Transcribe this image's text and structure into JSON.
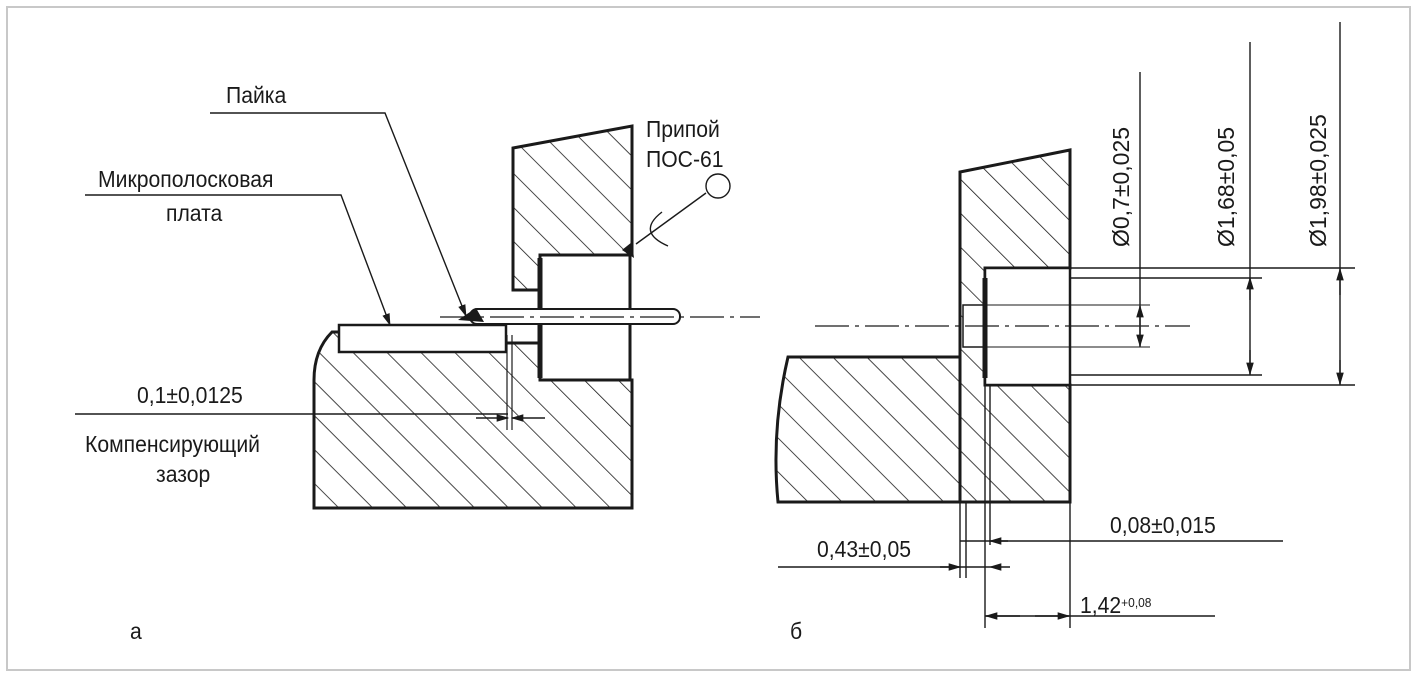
{
  "panel_a": {
    "caption": "а",
    "labels": {
      "soldering": "Пайка",
      "solder_line1": "Припой",
      "solder_line2": "ПОС-61",
      "board_line1": "Микрополосковая",
      "board_line2": "плата",
      "gap_dim": "0,1±0,0125",
      "gap_line1": "Компенсирующий",
      "gap_line2": "зазор"
    }
  },
  "panel_b": {
    "caption": "б",
    "dims": {
      "d1": "Ø0,7±0,025",
      "d2": "Ø1,68±0,05",
      "d3": "Ø1,98±0,025",
      "thick": "0,43±0,05",
      "step": "0,08±0,015",
      "depth_base": "1,42",
      "depth_tol": "+0,08"
    }
  },
  "colors": {
    "frame": "#c8c8c8",
    "ink": "#1a1a1a"
  }
}
